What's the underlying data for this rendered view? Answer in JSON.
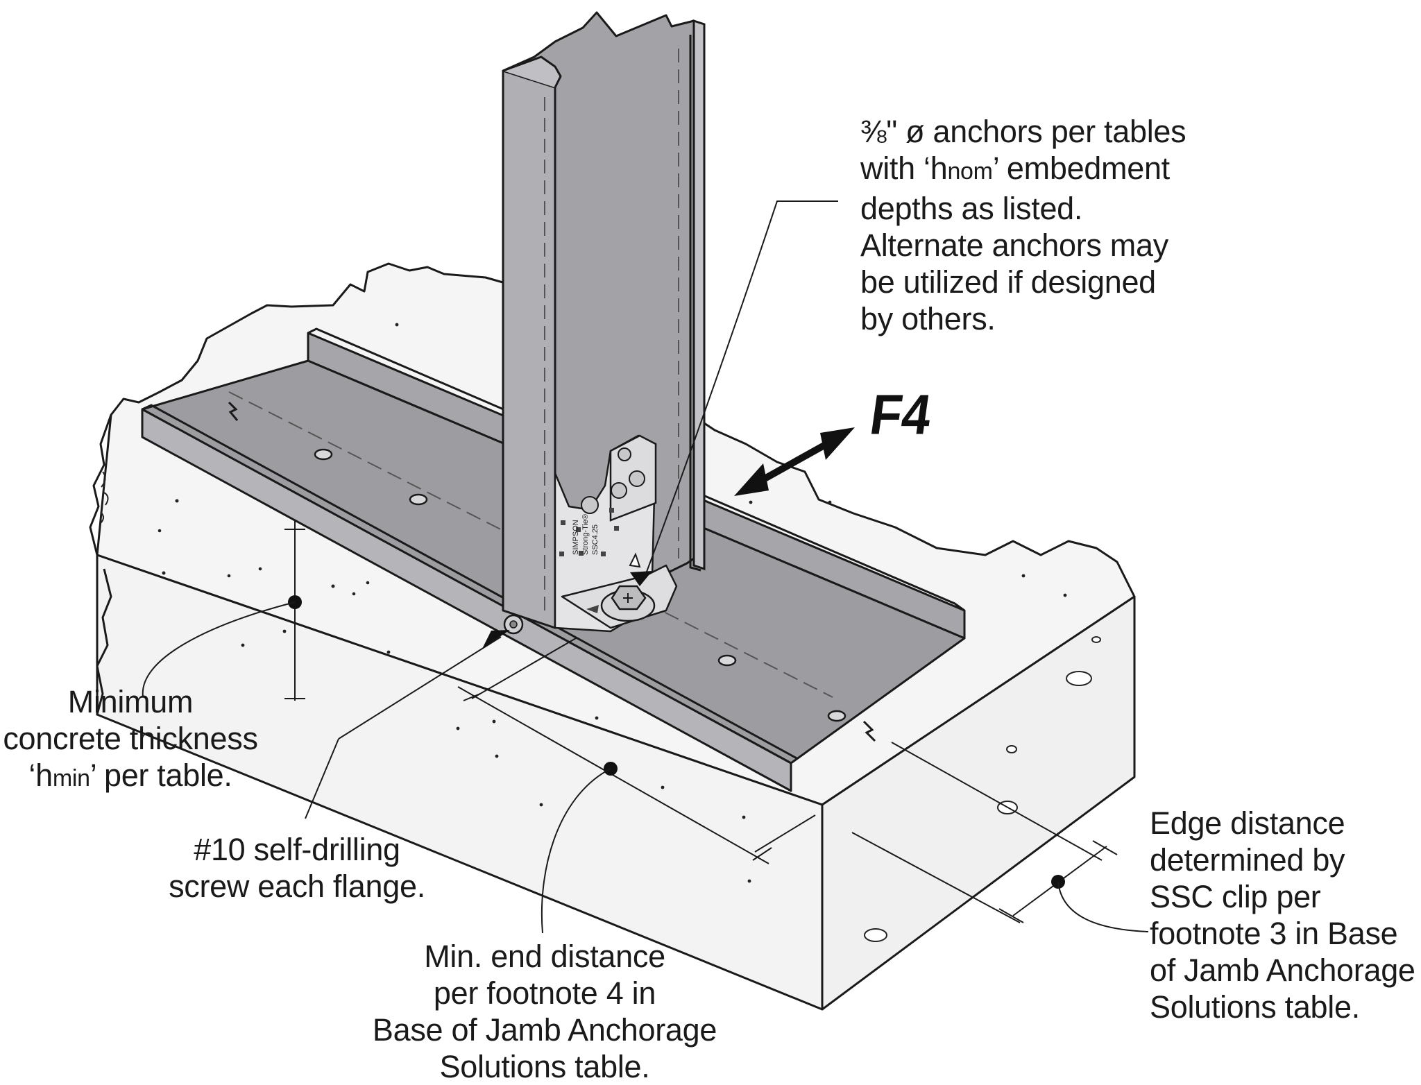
{
  "force_label": "F4",
  "clip_stamp": {
    "brand": "SIMPSON",
    "product": "Strong-Tie®",
    "model": "SSC4.25"
  },
  "callouts": {
    "anchors": {
      "line1_a": "⅜\" ø anchors per tables",
      "line2_a": "with ‘h",
      "line2_sub": "nom",
      "line2_b": "’ embedment",
      "line3": "depths as listed.",
      "line4": "Alternate anchors may",
      "line5": "be utilized if designed",
      "line6": "by others."
    },
    "concrete_thickness": {
      "line1": "Minimum",
      "line2": "concrete thickness",
      "line3_a": "‘h",
      "line3_sub": "min",
      "line3_b": "’ per table."
    },
    "screw": {
      "line1": "#10 self-drilling",
      "line2": "screw each flange."
    },
    "end_distance": {
      "line1": "Min. end distance",
      "line2": "per footnote 4 in",
      "line3": "Base of Jamb Anchorage",
      "line4": "Solutions table."
    },
    "edge_distance": {
      "line1": "Edge distance",
      "line2": "determined by",
      "line3": "SSC clip per",
      "line4": "footnote 3 in Base",
      "line5": "of Jamb Anchorage",
      "line6": "Solutions table."
    }
  },
  "colors": {
    "steel": "#a9a9ad",
    "steel_dark": "#8e8e93",
    "steel_light": "#c4c4c8",
    "concrete": "#f4f4f4",
    "clip": "#e6e6e8",
    "ink": "#1a1a1a"
  }
}
